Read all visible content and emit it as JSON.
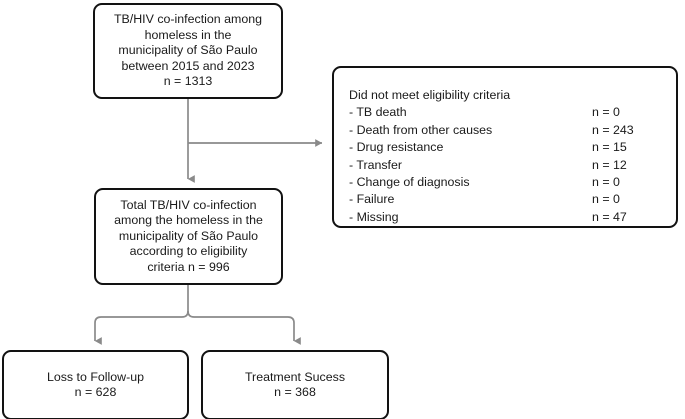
{
  "diagram": {
    "title": "TB/HIV co-infection study flow diagram",
    "type": "flowchart",
    "box_border_color": "#121212",
    "connector_color": "#8a8a8a",
    "background_color": "#ffffff"
  },
  "nodes": {
    "source": {
      "lines": [
        "TB/HIV co-infection among",
        "homeless in the",
        "municipality of São Paulo",
        "between 2015 and 2023",
        "n = 1313"
      ]
    },
    "excluded": {
      "heading": "Did not meet eligibility criteria",
      "rows": [
        {
          "label": "- TB death",
          "count": "n = 0"
        },
        {
          "label": "- Death from other causes",
          "count": "n = 243"
        },
        {
          "label": "- Drug resistance",
          "count": "n = 15"
        },
        {
          "label": "- Transfer",
          "count": "n = 12"
        },
        {
          "label": "- Change of diagnosis",
          "count": "n = 0"
        },
        {
          "label": "- Failure",
          "count": "n = 0"
        },
        {
          "label": "- Missing",
          "count": "n = 47"
        }
      ]
    },
    "eligible": {
      "lines": [
        "Total TB/HIV co-infection",
        "among the homeless in the",
        "municipality of São Paulo",
        "according to eligibility",
        "criteria n = 996"
      ]
    },
    "loss_to_followup": {
      "lines": [
        "Loss to Follow-up",
        "n = 628"
      ]
    },
    "treatment_success": {
      "lines": [
        "Treatment Sucess",
        "n = 368"
      ]
    }
  }
}
